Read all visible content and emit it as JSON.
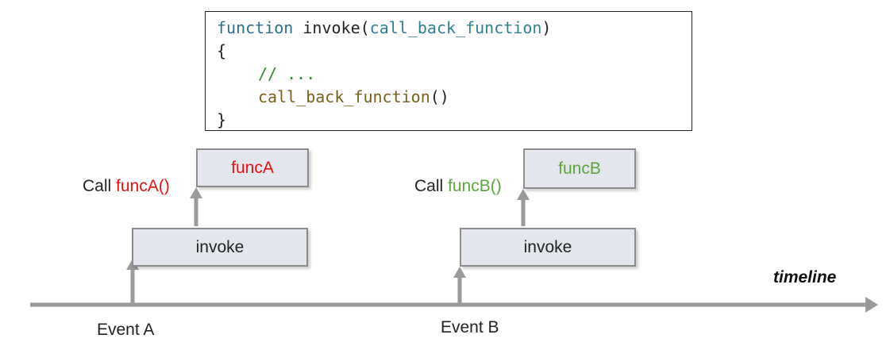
{
  "code": {
    "line1": {
      "keyword": "function",
      "name": " invoke(",
      "param": "call_back_function",
      "close": ")"
    },
    "line2": "{",
    "line3": "// ...",
    "line4": {
      "callee": "call_back_function",
      "parens": "()"
    },
    "line5": "}"
  },
  "branch_a": {
    "event": "Event A",
    "invoke": "invoke",
    "call_prefix": "Call ",
    "call_func": "funcA()",
    "func_box": "funcA",
    "color": "#e81010"
  },
  "branch_b": {
    "event": "Event B",
    "invoke": "invoke",
    "call_prefix": "Call ",
    "call_func": "funcB()",
    "func_box": "funcB",
    "color": "#5aa63c"
  },
  "timeline": {
    "label": "timeline",
    "color": "#9a9a9a"
  }
}
